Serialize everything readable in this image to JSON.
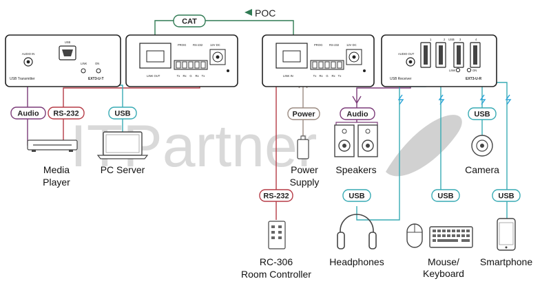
{
  "watermark": {
    "text": "ITPartner"
  },
  "poc": {
    "label": "POC"
  },
  "cat": {
    "label": "CAT"
  },
  "transmitter": {
    "usb_port_label": "USB",
    "audio_in_label": "AUDIO IN",
    "name_label": "USB Transmitter",
    "link_led_label": "LINK",
    "on_led_label": "ON",
    "model": "EXT3-U-T"
  },
  "tx_panel": {
    "link_port_label": "LINK OUT",
    "prog_label": "PROG",
    "rs232_label": "RS-232",
    "dc_label": "12V DC",
    "pins": [
      "Tx",
      "Rx",
      "G",
      "Rx",
      "Tx"
    ]
  },
  "rx_panel": {
    "link_port_label": "LINK IN",
    "prog_label": "PROG",
    "rs232_label": "RS-232",
    "dc_label": "12V DC",
    "pins": [
      "Tx",
      "Rx",
      "G",
      "Rx",
      "Tx"
    ]
  },
  "receiver": {
    "audio_out_label": "AUDIO OUT",
    "name_label": "USB Receiver",
    "usb_label": "USB",
    "port_numbers": [
      "1",
      "2",
      "3",
      "4"
    ],
    "link_led_label": "LINK",
    "on_led_label": "ON",
    "model": "EXT3-U-R"
  },
  "tags": {
    "audio_left": "Audio",
    "rs232_top": "RS-232",
    "usb_pc": "USB",
    "power": "Power",
    "audio_right": "Audio",
    "usb_camera": "USB",
    "rs232_bottom": "RS-232",
    "usb_headphones": "USB",
    "usb_keyboard": "USB",
    "usb_smartphone": "USB"
  },
  "devices": {
    "media_player": [
      "Media",
      "Player"
    ],
    "pc_server": "PC Server",
    "power_supply": [
      "Power",
      "Supply"
    ],
    "speakers": "Speakers",
    "camera": "Camera",
    "room_controller": [
      "RC-306",
      "Room Controller"
    ],
    "headphones": "Headphones",
    "mouse_keyboard": [
      "Mouse/",
      "Keyboard"
    ],
    "smartphone": "Smartphone"
  },
  "colors": {
    "audio": "#7b3a78",
    "rs232": "#b53a45",
    "usb": "#37aab4",
    "cat": "#2f7a53",
    "power": "#9a8a80",
    "wireless": "#2ea6d8"
  }
}
